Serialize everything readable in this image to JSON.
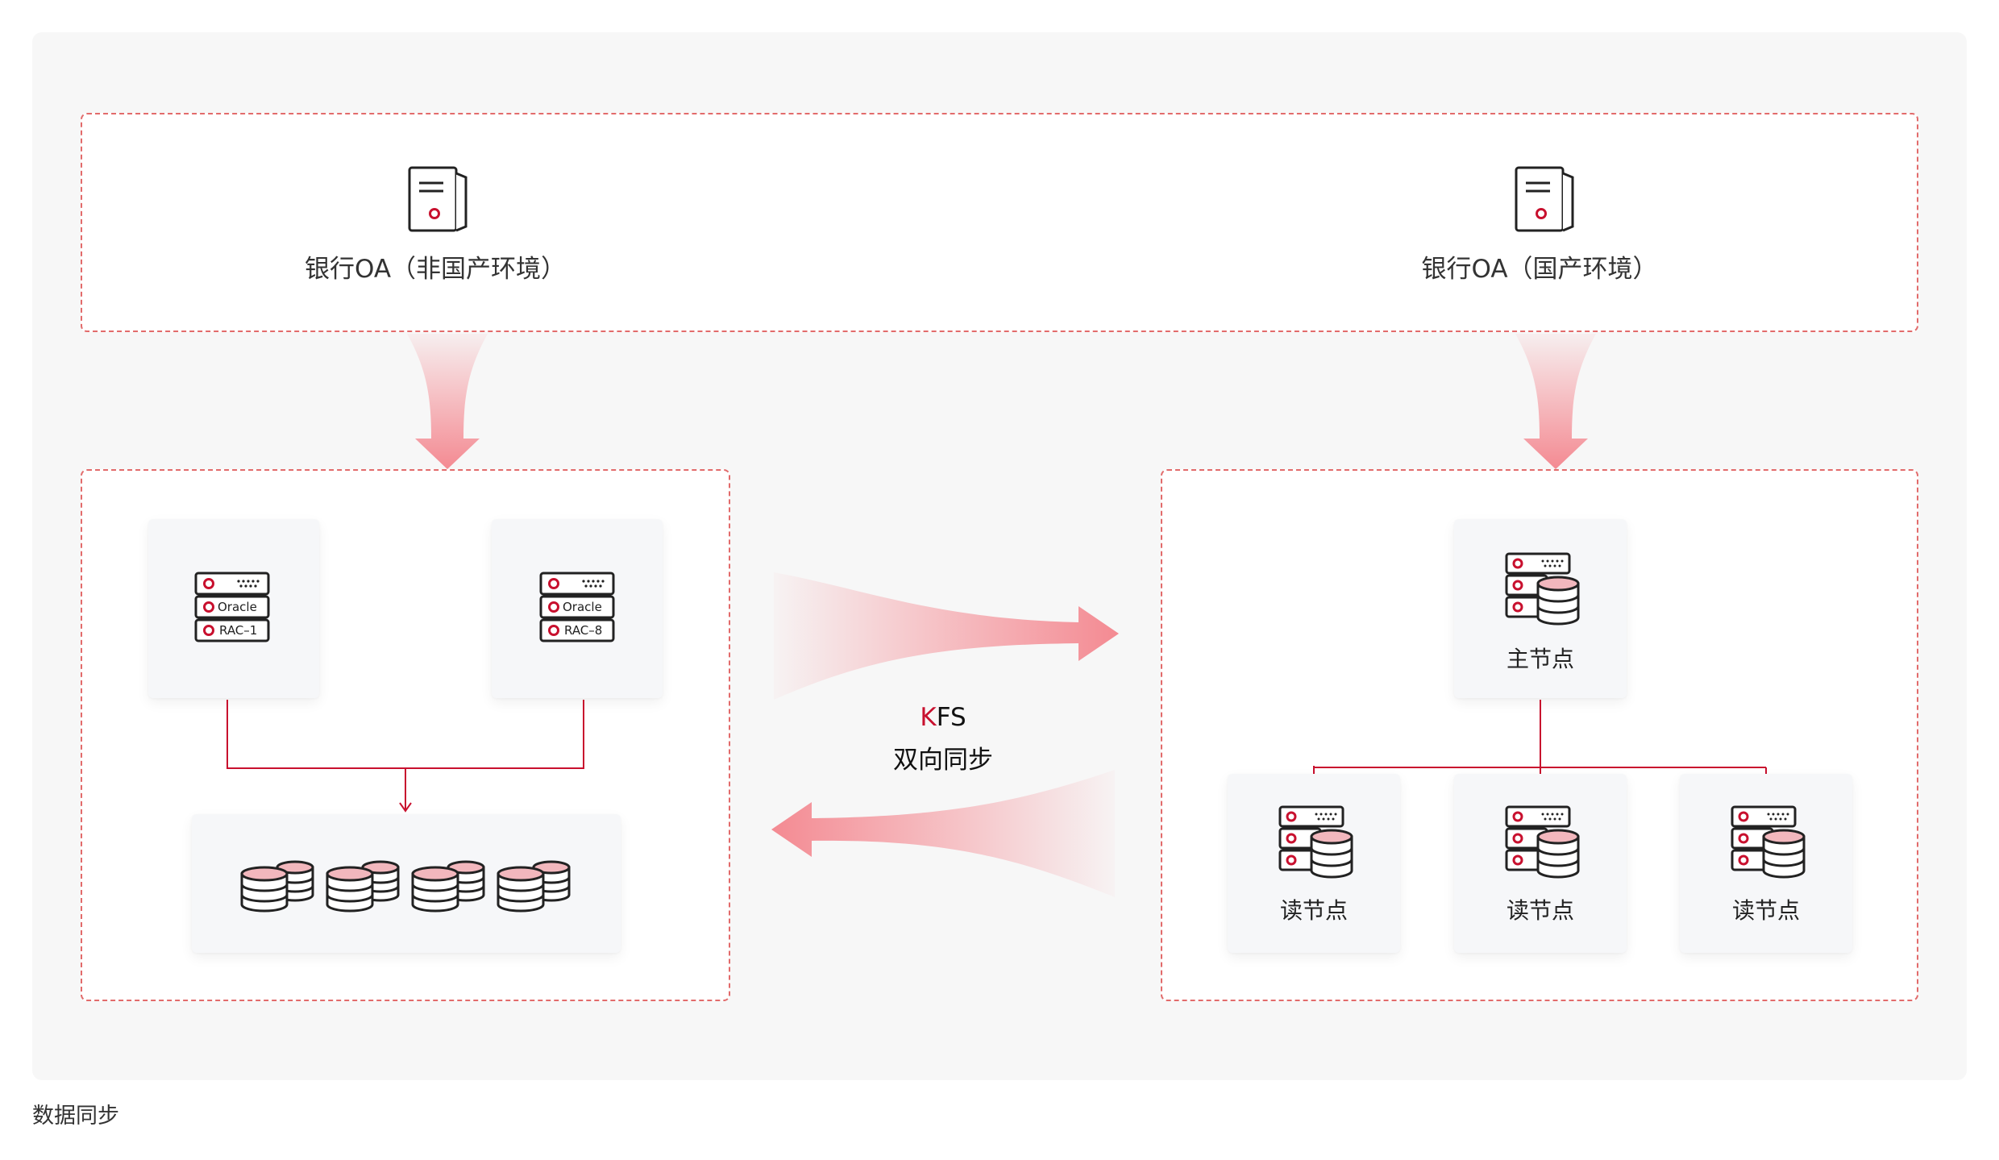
{
  "top_left_env": {
    "label": "银行OA（非国产环境）"
  },
  "top_right_env": {
    "label": "银行OA（国产环境）"
  },
  "oracle_nodes": [
    {
      "line1": "Oracle",
      "line2": "RAC–1"
    },
    {
      "line1": "Oracle",
      "line2": "RAC–8"
    }
  ],
  "primary_node": {
    "label": "主节点"
  },
  "read_nodes": [
    {
      "label": "读节点"
    },
    {
      "label": "读节点"
    },
    {
      "label": "读节点"
    }
  ],
  "sync": {
    "brand_k": "K",
    "brand_rest": "FS",
    "label": "双向同步"
  },
  "caption": "数据同步",
  "colors": {
    "accent": "#c8102e",
    "dash": "#e26b6b",
    "arrow": "#f48a92",
    "panel": "#f7f7f7"
  }
}
